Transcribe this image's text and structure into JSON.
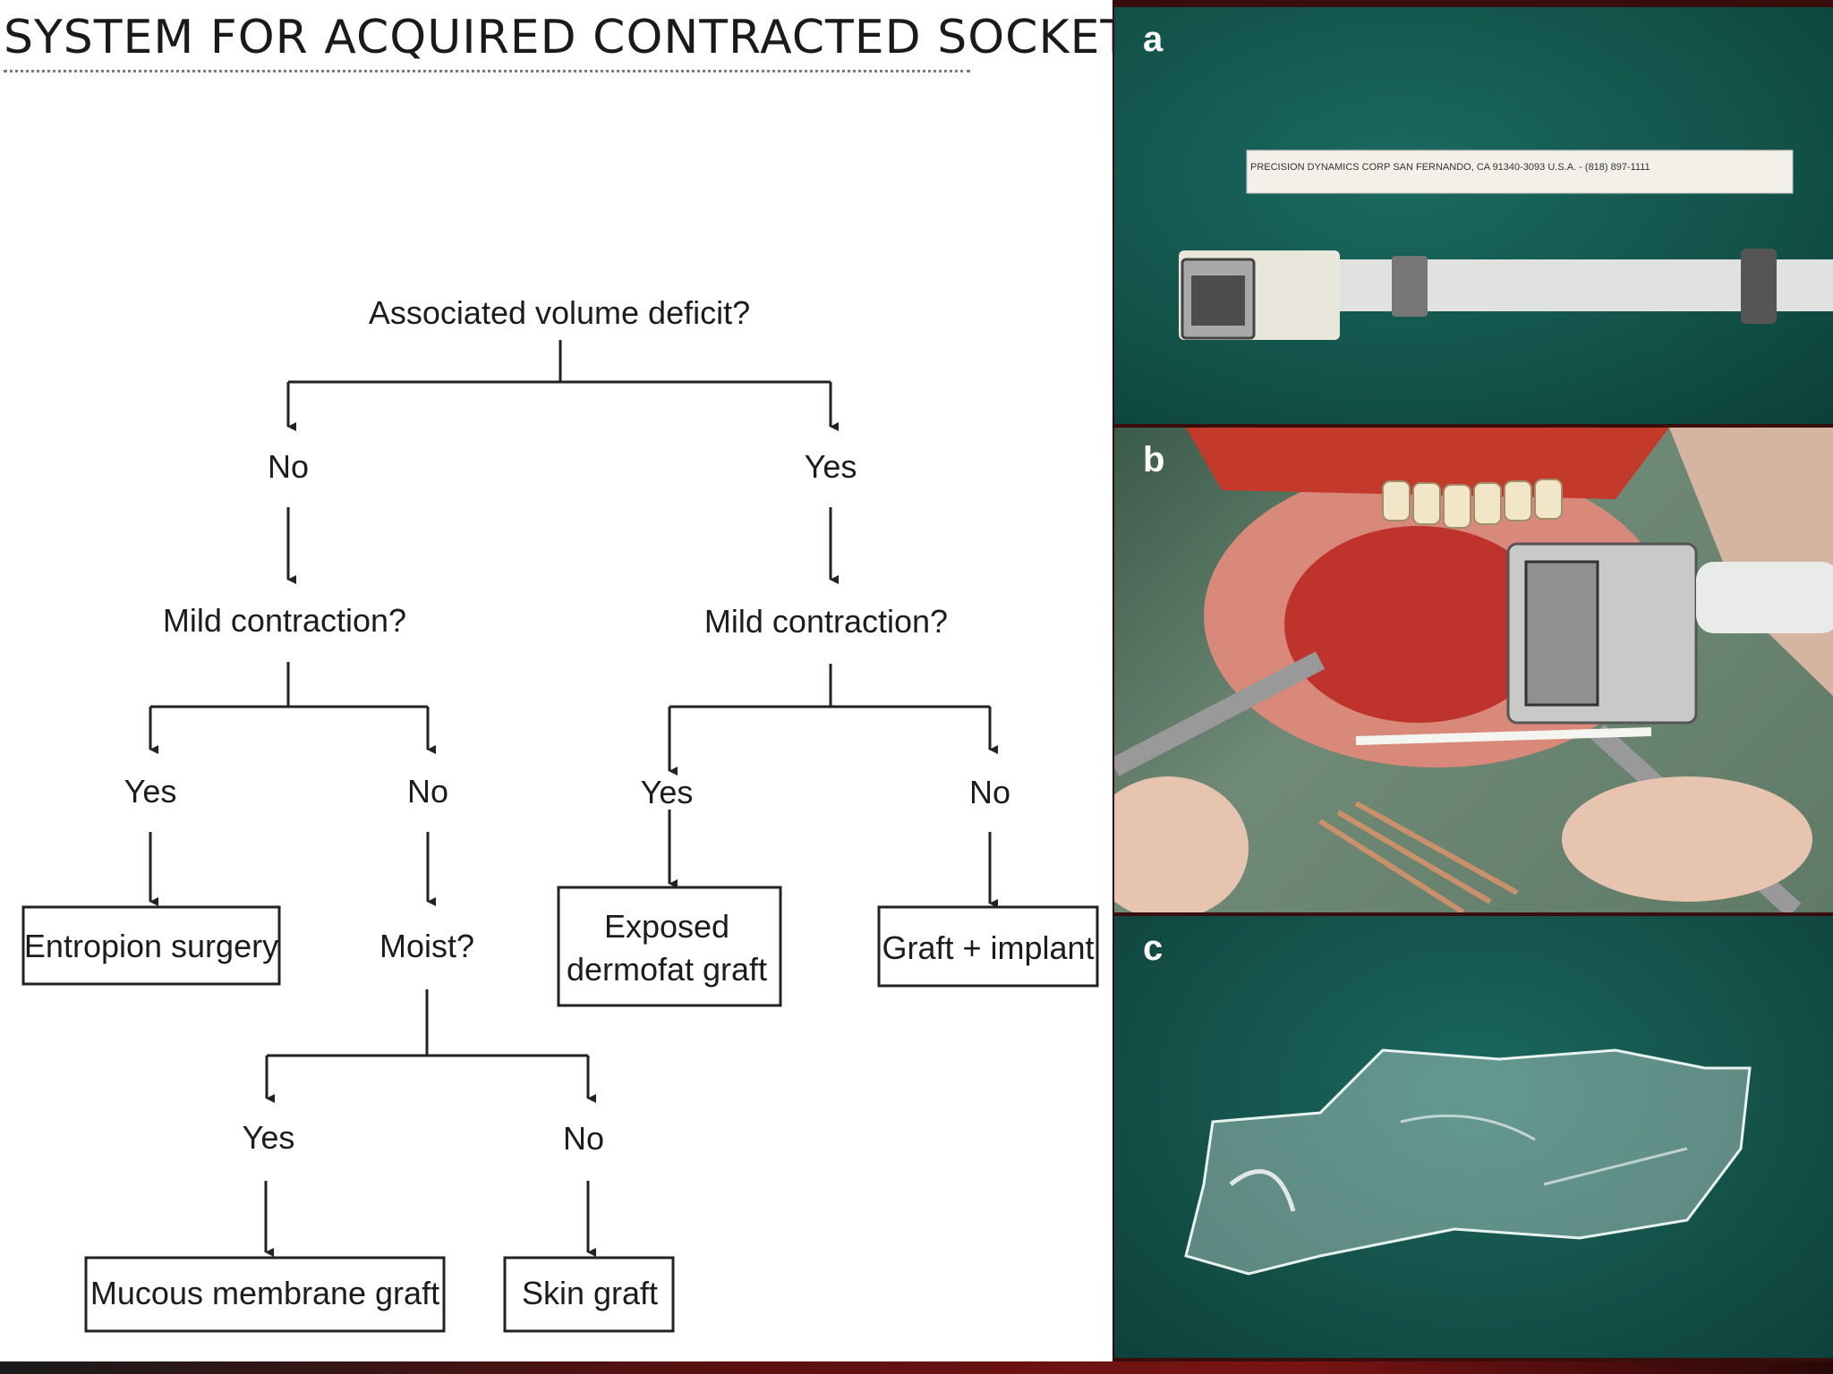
{
  "slide": {
    "title": "SYSTEM FOR ACQUIRED CONTRACTED SOCKET"
  },
  "flowchart": {
    "root": "Associated volume deficit?",
    "left_answer": "No",
    "right_answer": "Yes",
    "left_question": "Mild contraction?",
    "right_question": "Mild contraction?",
    "ll_yes": "Yes",
    "ll_no": "No",
    "rr_yes": "Yes",
    "rr_no": "No",
    "entropion": "Entropion surgery",
    "moist": "Moist?",
    "exposed_line1": "Exposed",
    "exposed_line2": "dermofat graft",
    "graft_implant": "Graft + implant",
    "moist_yes": "Yes",
    "moist_no": "No",
    "mucous": "Mucous membrane graft",
    "skin": "Skin graft"
  },
  "panels": {
    "a": {
      "letter": "a",
      "ruler_text": "PRECISION DYNAMICS CORP   SAN FERNANDO, CA 91340-3093 U.S.A. - (818) 897-1111"
    },
    "b": {
      "letter": "b"
    },
    "c": {
      "letter": "c"
    }
  },
  "colors": {
    "drape_green": "#14524a",
    "frame_dark_red": "#3a0d0d",
    "tissue_red": "#b8261e"
  }
}
